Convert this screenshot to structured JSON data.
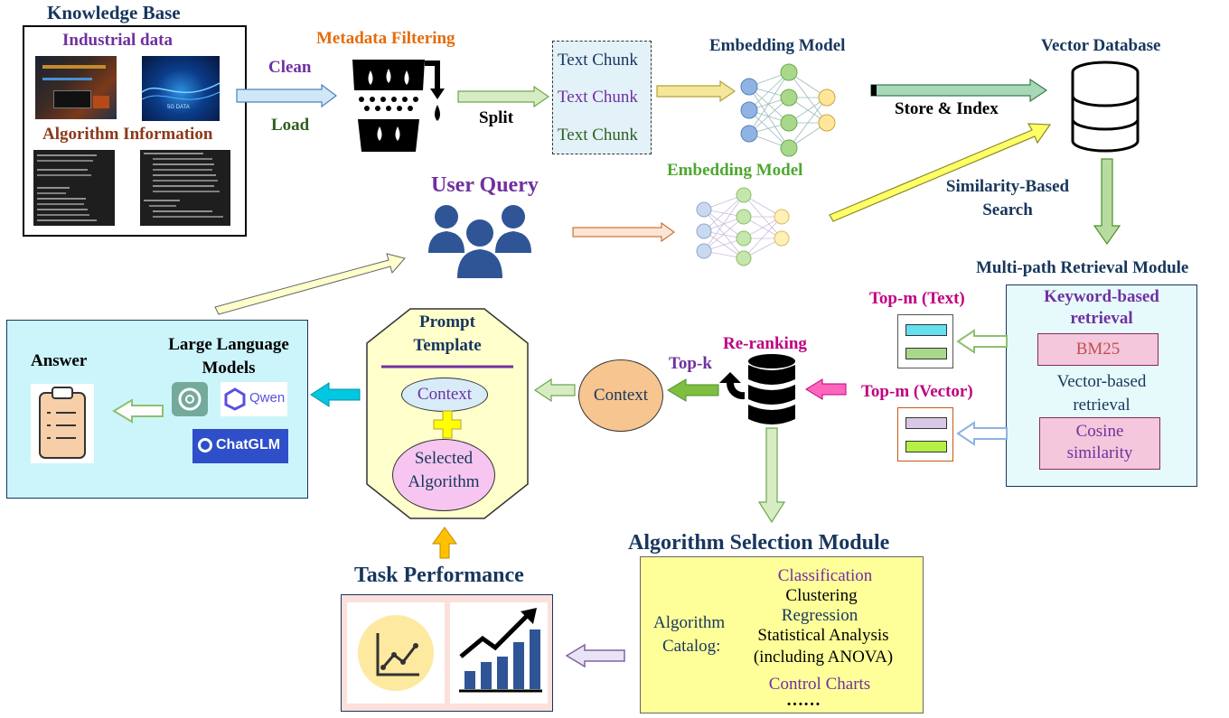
{
  "knowledge_base": {
    "title": "Knowledge Base",
    "industrial_data": "Industrial data",
    "algorithm_information": "Algorithm Information",
    "image_caption": "5G DATA"
  },
  "ingest": {
    "clean": "Clean",
    "load": "Load",
    "metadata_filtering": "Metadata Filtering",
    "split": "Split"
  },
  "chunks": [
    "Text Chunk",
    "Text Chunk",
    "Text Chunk"
  ],
  "embedding_top": "Embedding Model",
  "embedding_mid": "Embedding Model",
  "store_index": "Store & Index",
  "vector_database": "Vector Database",
  "similarity_search": {
    "line1": "Similarity-Based",
    "line2": "Search"
  },
  "user_query": "User Query",
  "multipath": {
    "title": "Multi-path Retrieval Module",
    "keyword_line1": "Keyword-based",
    "keyword_line2": "retrieval",
    "bm25": "BM25",
    "vector_line1": "Vector-based",
    "vector_line2": "retrieval",
    "cosine_line1": "Cosine",
    "cosine_line2": "similarity"
  },
  "top_m_text": "Top-m (Text)",
  "top_m_vector": "Top-m (Vector)",
  "reranking": "Re-ranking",
  "top_k": "Top-k",
  "context_main": "Context",
  "prompt": {
    "title_line1": "Prompt",
    "title_line2": "Template",
    "context": "Context",
    "plus": "+",
    "selected_line1": "Selected",
    "selected_line2": "Algorithm"
  },
  "llm": {
    "answer": "Answer",
    "title_line1": "Large Language",
    "title_line2": "Models",
    "qwen": "Qwen",
    "chatglm": "ChatGLM"
  },
  "algorithm_selection": {
    "title": "Algorithm Selection Module",
    "catalog_line1": "Algorithm",
    "catalog_line2": "Catalog:",
    "items": [
      "Classification",
      "Clustering",
      "Regression",
      "Statistical Analysis",
      "(including ANOVA)",
      "Control Charts",
      "……"
    ]
  },
  "task_performance": "Task Performance",
  "colors": {
    "title_navy": "#17365d",
    "purple": "#7030a0",
    "orange": "#e46c0a",
    "dark_green": "#2f5f1f",
    "green": "#4ea72e",
    "magenta": "#c00080",
    "light_cyan_bg": "#ccf5fb",
    "yellow_bg": "#ffff99",
    "pink_box": "#f4c7dc"
  }
}
